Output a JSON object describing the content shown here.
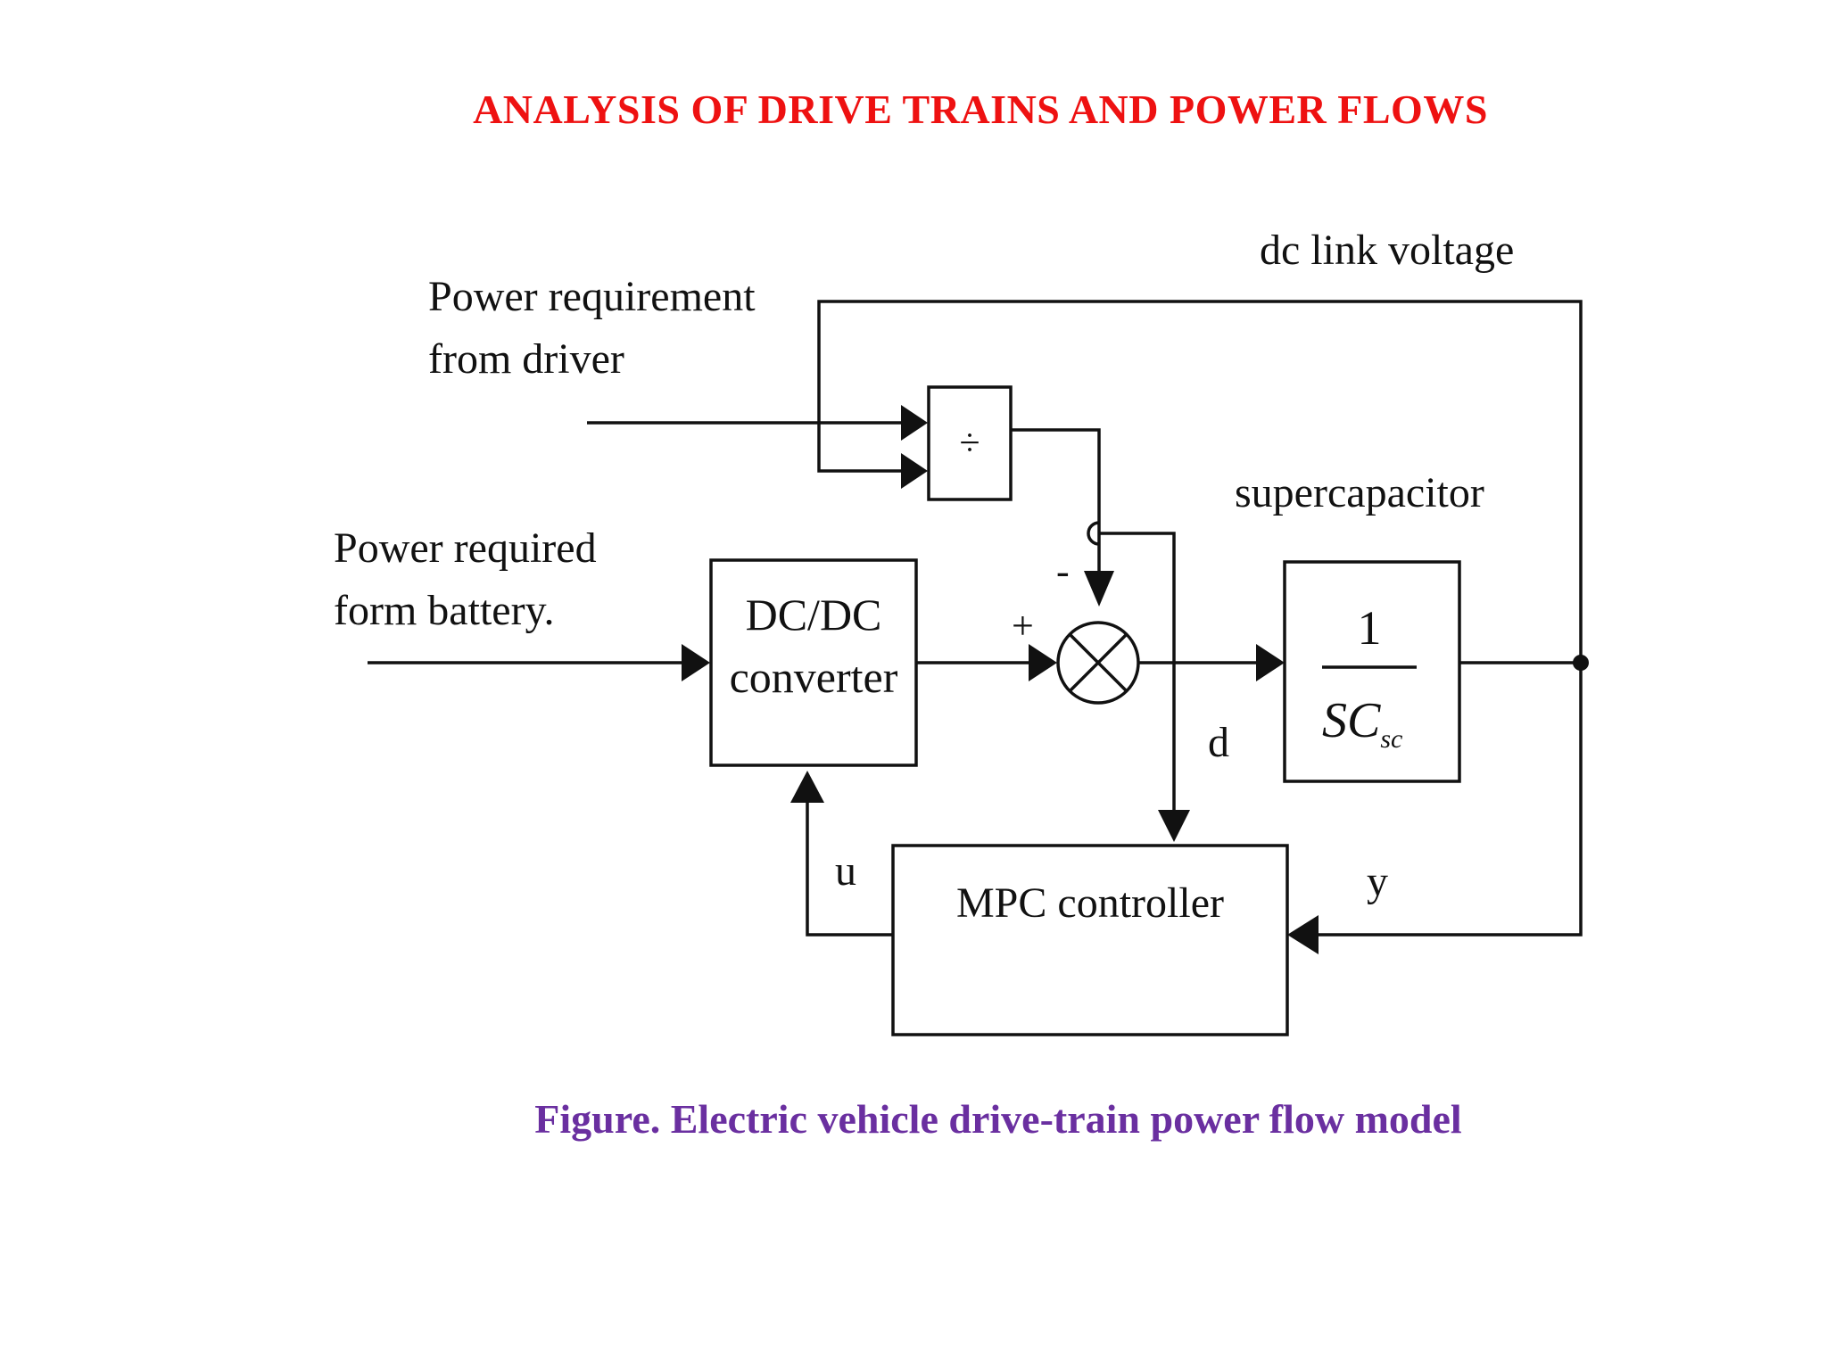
{
  "title": "ANALYSIS OF DRIVE TRAINS AND POWER FLOWS",
  "caption": "Figure. Electric vehicle drive-train power flow model",
  "colors": {
    "title": "#ee1111",
    "caption": "#6a2fa0",
    "lines": "#111111"
  },
  "diagram": {
    "labels": {
      "dc_link_voltage": "dc link voltage",
      "power_requirement_line1": "Power requirement",
      "power_requirement_line2": "from driver",
      "power_required_line1": "Power required",
      "power_required_line2": "form battery.",
      "supercapacitor": "supercapacitor",
      "divide_symbol": "÷",
      "minus_sign": "-",
      "plus_sign": "+",
      "signal_d": "d",
      "signal_u": "u",
      "signal_y": "y"
    },
    "blocks": {
      "dcdc_line1": "DC/DC",
      "dcdc_line2": "converter",
      "sc_numerator": "1",
      "sc_denominator_main": "SC",
      "sc_denominator_sub": "sc",
      "mpc": "MPC controller"
    }
  }
}
